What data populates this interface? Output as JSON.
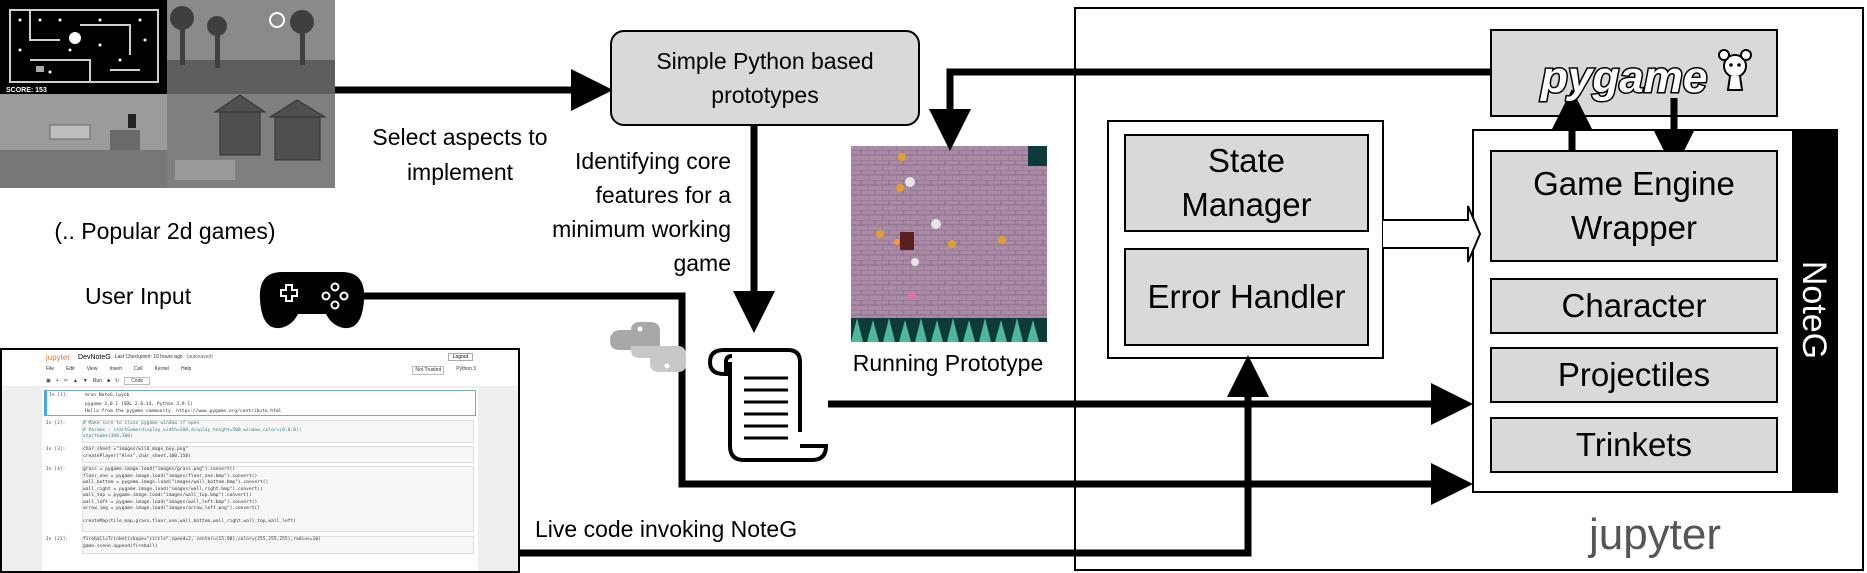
{
  "diagram": {
    "games_caption": "(.. Popular 2d games)",
    "games_score": "SCORE: 153",
    "select_label": "Select aspects to implement",
    "prototypes_box": "Simple Python based prototypes",
    "identify_label": "Identifying core features for a minimum working game",
    "running_label": "Running Prototype",
    "user_input_label": "User Input",
    "live_code_label": "Live code invoking NoteG",
    "state_manager": "State Manager",
    "error_handler": "Error Handler",
    "game_engine_wrapper": "Game Engine Wrapper",
    "character": "Character",
    "projectiles": "Projectiles",
    "trinkets": "Trinkets",
    "noteg_label": "NoteG",
    "pygame_logo": "pygame",
    "jupyter_label": "jupyter"
  },
  "notebook": {
    "brand": "jupyter",
    "title": "DevNoteG",
    "checkpoint": "Last Checkpoint: 10 hours ago",
    "autosaved": "(autosaved)",
    "logout": "Logout",
    "menu": [
      "File",
      "Edit",
      "View",
      "Insert",
      "Cell",
      "Kernel",
      "Help"
    ],
    "trusted": "Not Trusted",
    "kernel": "Python 3",
    "run_label": "Run",
    "celltype": "Code",
    "cells": [
      {
        "prompt": "In [1]:",
        "code": "%run NoteG.ipynb",
        "output": "pygame 2.0.1 (SDL 2.0.14, Python 3.9.1)\nHello from the pygame community. https://www.pygame.org/contribute.html"
      },
      {
        "prompt": "In [2]:",
        "code": "# Make sure to close pygame window if open\n# Params : startGame(display_width=500,display_height=500,window_color=(0,0,0))\nstartGame(300,300)",
        "output": ""
      },
      {
        "prompt": "In [3]:",
        "code": "char_sheet =\"images/wild_mage_boy.png\"\ncreatePlayer(\"Alex\",char_sheet,100,150)",
        "output": ""
      },
      {
        "prompt": "In [4]:",
        "code": "grass = pygame.image.load(\"images/grass.png\").convert()\nfloor_one = pygame.image.load(\"images/floor_one.bmp\").convert()\nwall_bottom = pygame.image.load(\"images/wall_bottom.bmp\").convert()\nwall_right = pygame.image.load(\"images/wall_right.bmp\").convert()\nwall_top = pygame.image.load(\"images/wall_top.bmp\").convert()\nwall_left = pygame.image.load(\"images/wall_left.bmp\").convert()\narrow_img = pygame.image.load(\"images/arrow_left.png\").convert()\n\ncreateMap(tile_map,grass,floor_one,wall_bottom,wall_right,wall_top,wall_left)",
        "output": ""
      },
      {
        "prompt": "In [21]:",
        "code": "fireball=Trinket(shape=\"circle\",speed=2, center=(15,90),color=(255,255,255),radius=10)\ngame.scene.append(fireball)",
        "output": ""
      }
    ]
  },
  "colors": {
    "box_fill": "#d9d9d9",
    "stroke": "#000000",
    "sidebar": "#000000",
    "prototype_bg": "#a98ba5"
  },
  "icons": [
    "gamepad-icon",
    "python-logo-icon",
    "script-scroll-icon",
    "pygame-logo",
    "jupyter-logo"
  ]
}
